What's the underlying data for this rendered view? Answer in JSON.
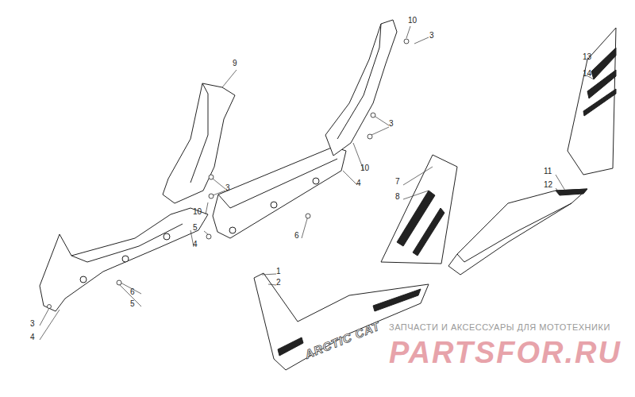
{
  "diagram": {
    "labels": [
      "10",
      "3",
      "9",
      "13",
      "14",
      "3",
      "3",
      "10",
      "4",
      "7",
      "8",
      "11",
      "12",
      "10",
      "5",
      "6",
      "4",
      "1",
      "2",
      "6",
      "5",
      "3",
      "4",
      "ARCTIC CAT",
      "ЗАПЧАСТИ И АКСЕССУАРЫ ДЛЯ МОТОТЕХНИКИ",
      "PARTSFOR.RU"
    ]
  }
}
